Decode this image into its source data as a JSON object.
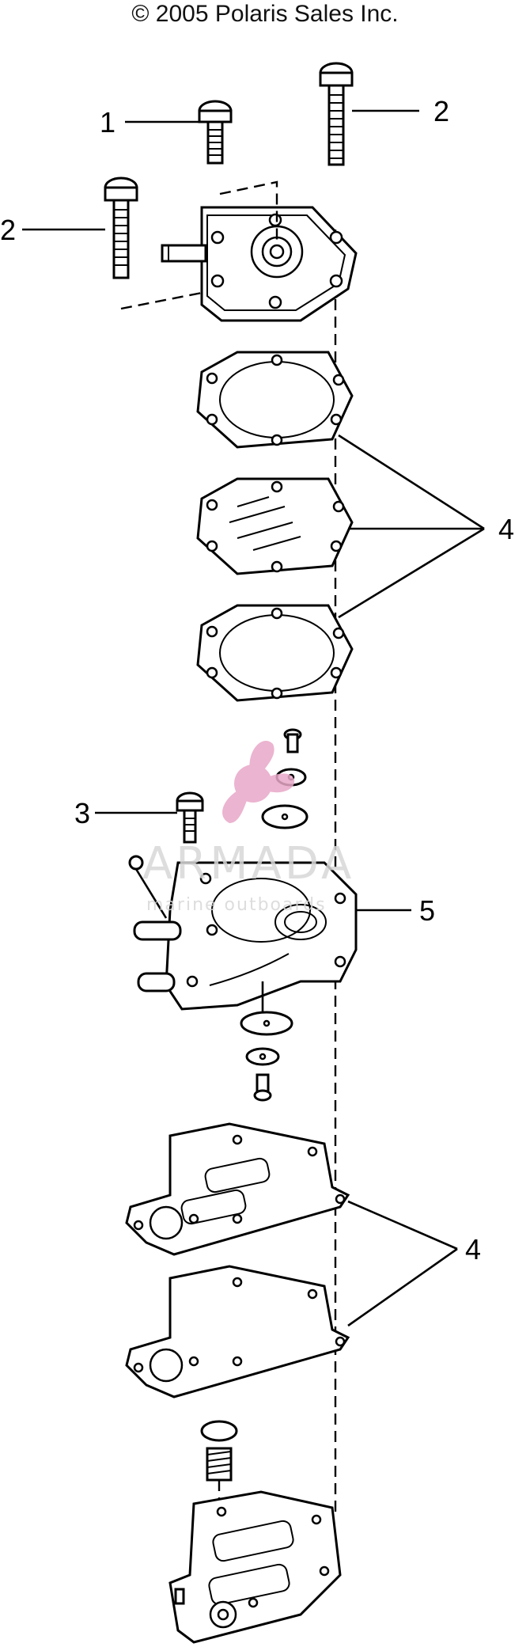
{
  "copyright": "© 2005 Polaris Sales Inc.",
  "callouts": [
    {
      "id": "1",
      "text": "1"
    },
    {
      "id": "2a",
      "text": "2"
    },
    {
      "id": "2b",
      "text": "2"
    },
    {
      "id": "4a",
      "text": "4"
    },
    {
      "id": "3",
      "text": "3"
    },
    {
      "id": "5",
      "text": "5"
    },
    {
      "id": "4b",
      "text": "4"
    }
  ],
  "watermark": {
    "brand": "ARMADA",
    "tagline": "marine outboards",
    "color": "#e8a8c8"
  }
}
